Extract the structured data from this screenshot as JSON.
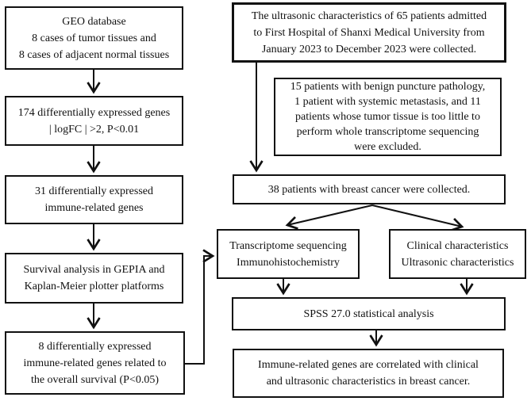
{
  "left_flow": {
    "geo_box": "GEO database\n8 cases of tumor tissues and\n8 cases of adjacent normal tissues",
    "deg_box": "174 differentially expressed genes\n| logFC | >2, P<0.01",
    "immune_box": "31 differentially expressed\nimmune-related genes",
    "survival_box": "Survival analysis in GEPIA and\nKaplan-Meier plotter platforms",
    "overall_box": "8 differentially expressed\nimmune-related genes related to\nthe overall survival (P<0.05)"
  },
  "right_flow": {
    "collected_box": "The ultrasonic characteristics of 65 patients admitted\nto First Hospital of Shanxi Medical University from\nJanuary 2023 to December 2023 were collected.",
    "excluded_box": "15 patients with benign puncture pathology,\n1 patient with systemic metastasis, and 11\npatients whose tumor tissue is too little to\nperform whole transcriptome sequencing\nwere excluded.",
    "breast_box": "38 patients with breast cancer were collected.",
    "transcriptome_box": "Transcriptome sequencing\nImmunohistochemistry",
    "clinical_box": "Clinical characteristics\nUltrasonic characteristics",
    "spss_box": "SPSS 27.0 statistical analysis",
    "conclusion_box": "Immune-related genes are correlated with clinical\nand ultrasonic characteristics in breast cancer."
  },
  "colors": {
    "border": "#111111",
    "background": "#ffffff",
    "line": "#111111",
    "text": "#111111"
  }
}
